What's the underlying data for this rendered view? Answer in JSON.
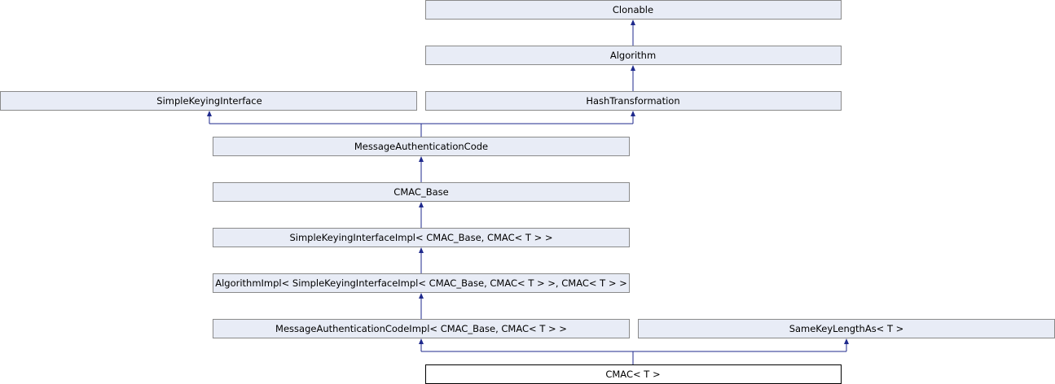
{
  "nodes": {
    "clonable": "Clonable",
    "algorithm": "Algorithm",
    "simple_keying_interface": "SimpleKeyingInterface",
    "hash_transformation": "HashTransformation",
    "message_authentication_code": "MessageAuthenticationCode",
    "cmac_base": "CMAC_Base",
    "simple_keying_interface_impl": "SimpleKeyingInterfaceImpl< CMAC_Base, CMAC< T > >",
    "algorithm_impl": "AlgorithmImpl< SimpleKeyingInterfaceImpl< CMAC_Base, CMAC< T > >, CMAC< T > >",
    "message_authentication_code_impl": "MessageAuthenticationCodeImpl< CMAC_Base, CMAC< T > >",
    "same_key_length_as": "SameKeyLengthAs< T >",
    "cmac": "CMAC< T >"
  },
  "colors": {
    "node_fill": "#e8ecf6",
    "node_border": "#8a8a8a",
    "edge": "#1f2a8c",
    "current_border": "#000000"
  }
}
